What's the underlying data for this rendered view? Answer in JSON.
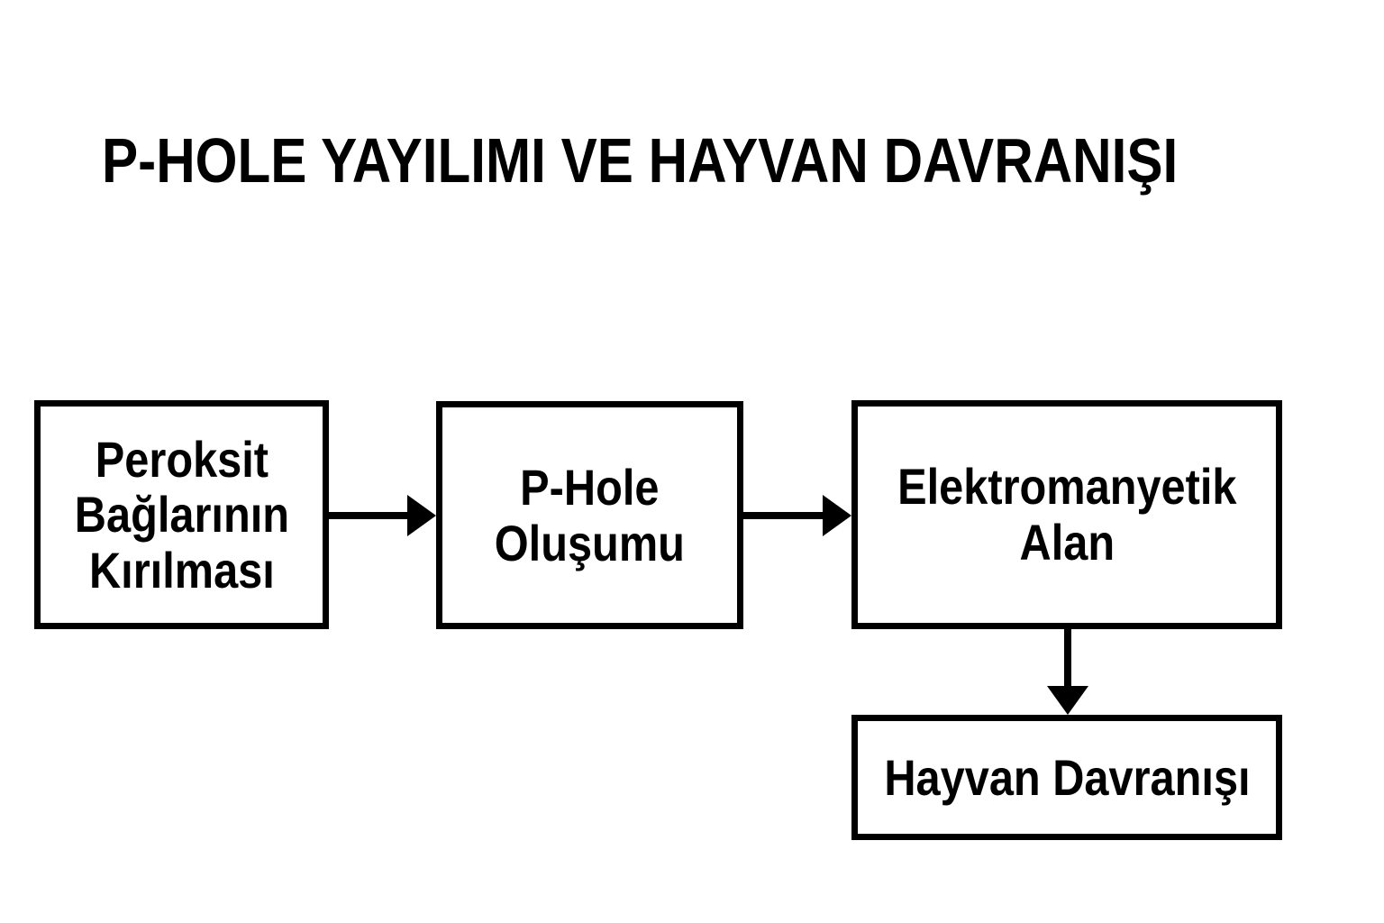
{
  "title": "P-HOLE YAYILIMI VE HAYVAN DAVRANIŞI",
  "diagram": {
    "type": "flowchart",
    "nodes": [
      {
        "id": "peroksit",
        "label": "Peroksit\nBağlarının\nKırılması"
      },
      {
        "id": "phole",
        "label": "P-Hole\nOluşumu"
      },
      {
        "id": "em",
        "label": "Elektromanyetik\nAlan"
      },
      {
        "id": "hayvan",
        "label": "Hayvan Davranışı"
      }
    ],
    "edges": [
      {
        "from": "peroksit",
        "to": "phole",
        "direction": "right"
      },
      {
        "from": "phole",
        "to": "em",
        "direction": "right"
      },
      {
        "from": "em",
        "to": "hayvan",
        "direction": "down"
      }
    ],
    "colors": {
      "background": "#ffffff",
      "box_border": "#000000",
      "text": "#000000",
      "arrow": "#000000"
    }
  }
}
